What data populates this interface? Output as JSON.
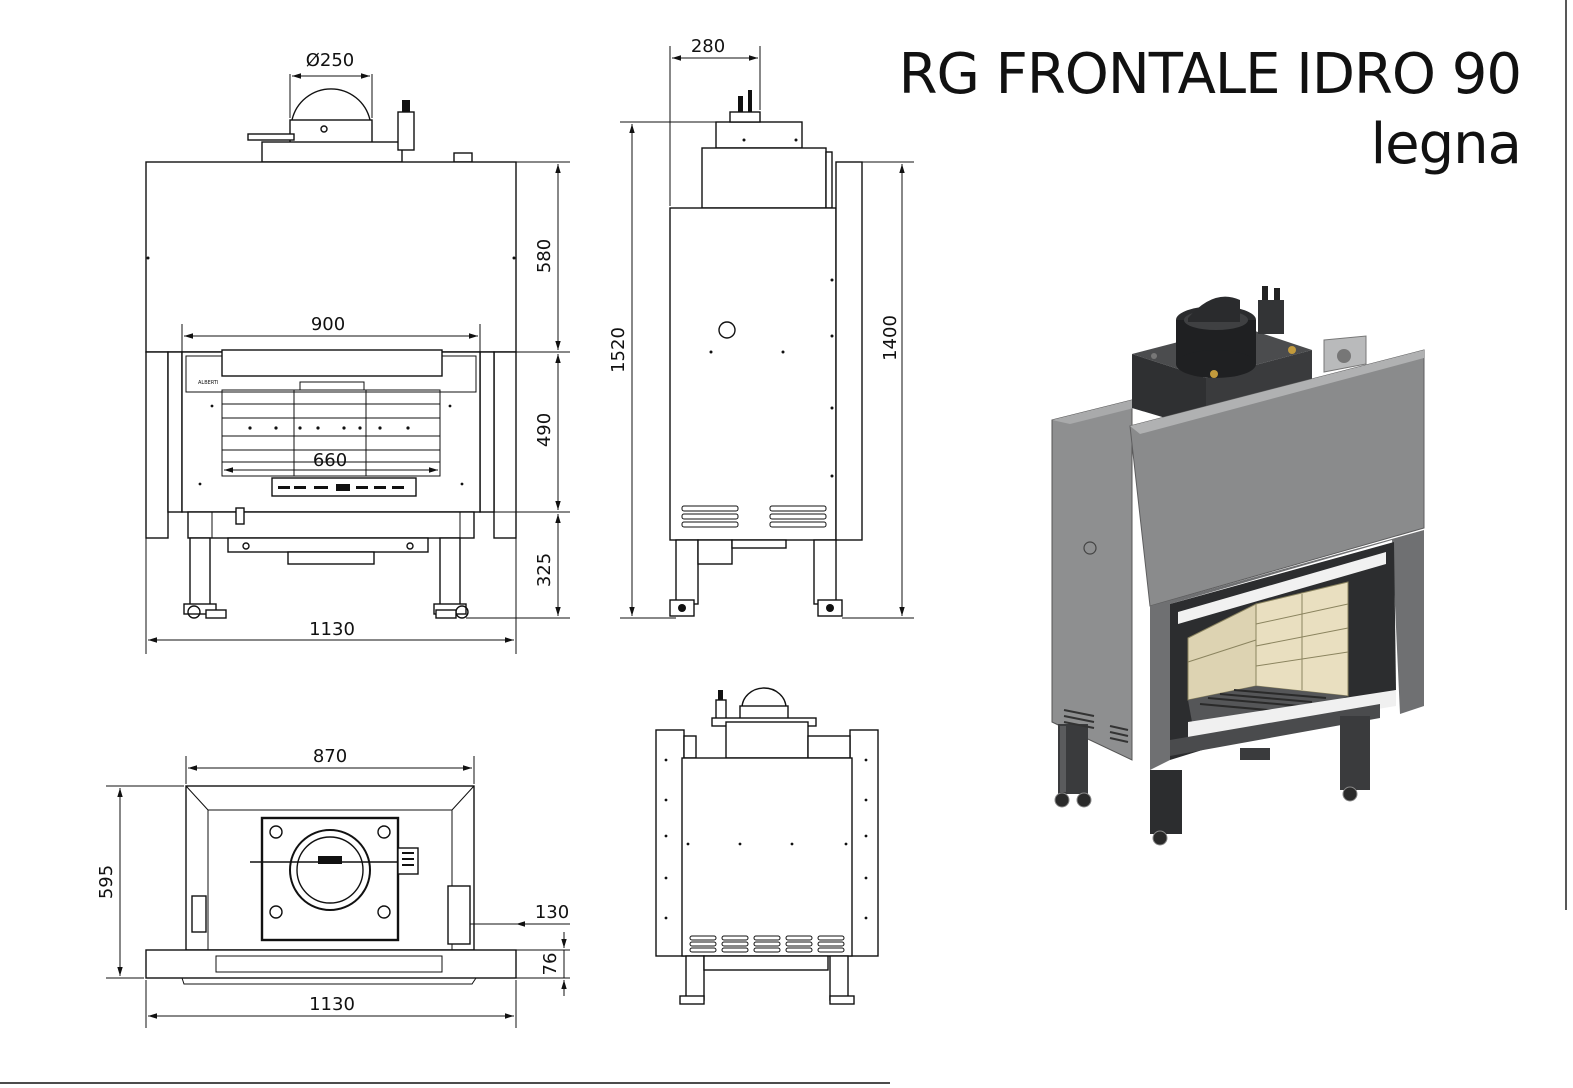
{
  "title": {
    "line1": "RG FRONTALE IDRO 90",
    "line2": "legna"
  },
  "front_view": {
    "dim_flue": "Ø250",
    "dim_hood_height": "580",
    "dim_opening_width": "900",
    "dim_door_height": "490",
    "dim_inner_width": "660",
    "dim_leg_height": "325",
    "dim_total_width": "1130",
    "logo_text": "ALBERTI"
  },
  "side_view": {
    "dim_depth_top": "280",
    "dim_total_height": "1520",
    "dim_body_height": "1400"
  },
  "top_view": {
    "dim_inner_width": "870",
    "dim_depth": "595",
    "dim_offset": "130",
    "dim_frame": "76",
    "dim_total_width": "1130"
  },
  "colors": {
    "line": "#111111",
    "render_steel": "#8e8f90",
    "render_dark": "#3a3b3d",
    "render_firebrick": "#e9dfc0"
  }
}
